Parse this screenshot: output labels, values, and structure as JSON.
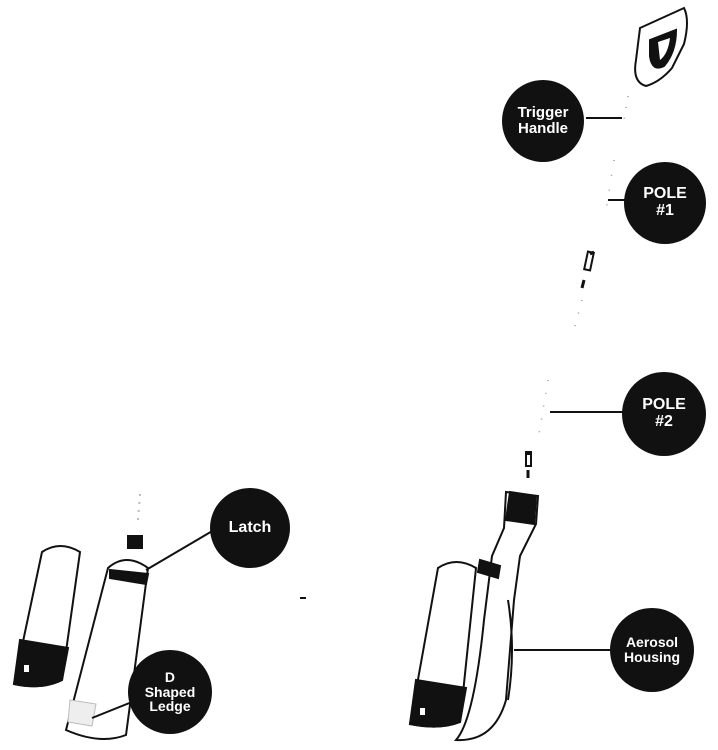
{
  "labels": {
    "trigger_handle": "Trigger\nHandle",
    "pole_1": "POLE\n#1",
    "pole_2": "POLE\n#2",
    "latch": "Latch",
    "d_shaped_ledge": "D\nShaped\nLedge",
    "aerosol_housing": "Aerosol\nHousing"
  },
  "colors": {
    "ink": "#111111",
    "paper": "#ffffff"
  }
}
